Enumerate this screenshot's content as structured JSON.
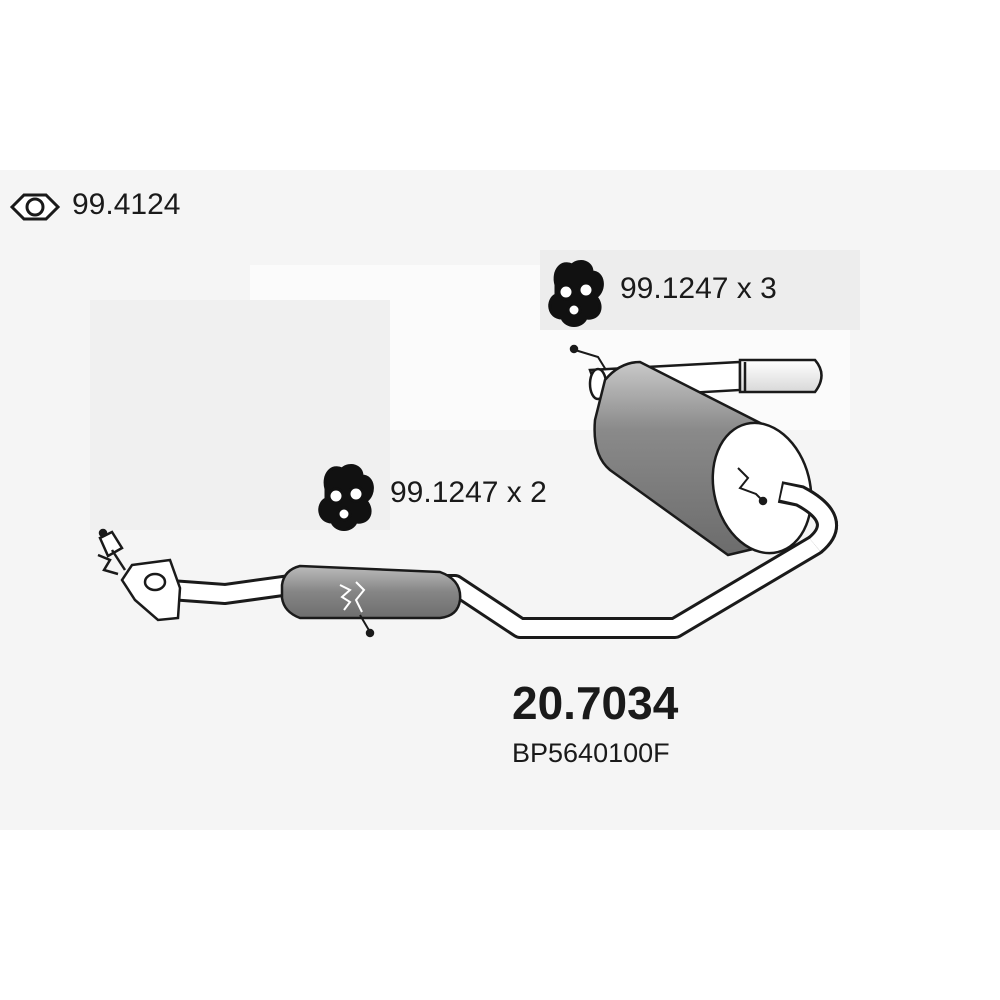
{
  "parts": {
    "gasket": {
      "code": "99.4124",
      "icon": "ring-gasket-icon"
    },
    "hanger_rear": {
      "code": "99.1247 x 3",
      "icon": "rubber-hanger-icon"
    },
    "hanger_front": {
      "code": "99.1247 x 2",
      "icon": "rubber-hanger-icon"
    }
  },
  "assembly": {
    "part_number": "20.7034",
    "oem_number": "BP5640100F"
  },
  "colors": {
    "muffler_dark": "#7a7a7a",
    "muffler_light": "#bdbdbd",
    "pipe": "#ffffff",
    "outline": "#1a1a1a",
    "background_panel": "#f3f3f3"
  }
}
